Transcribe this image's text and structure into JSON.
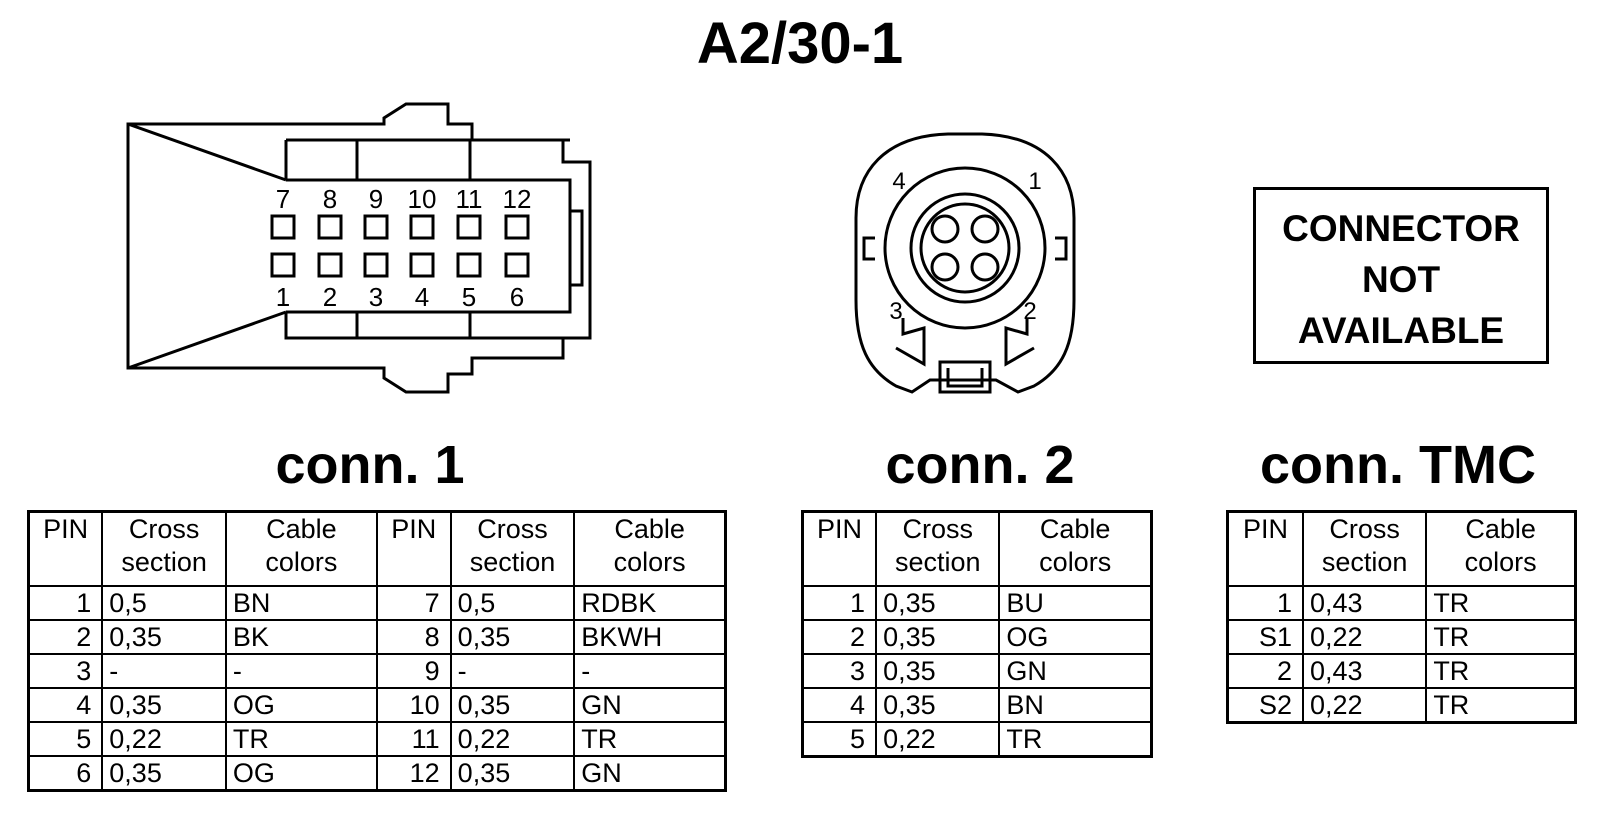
{
  "title": "A2/30-1",
  "connector_not_available": [
    "CONNECTOR",
    "NOT",
    "AVAILABLE"
  ],
  "conn1": {
    "title": "conn. 1",
    "top_pin_labels": [
      "7",
      "8",
      "9",
      "10",
      "11",
      "12"
    ],
    "bottom_pin_labels": [
      "1",
      "2",
      "3",
      "4",
      "5",
      "6"
    ],
    "headers": {
      "pin": "PIN",
      "cross": [
        "Cross",
        "section"
      ],
      "colors": [
        "Cable",
        "colors"
      ]
    },
    "rows": [
      {
        "pin": "1",
        "sec": "0,5",
        "col": "BN",
        "pin2": "7",
        "sec2": "0,5",
        "col2": "RDBK"
      },
      {
        "pin": "2",
        "sec": "0,35",
        "col": "BK",
        "pin2": "8",
        "sec2": "0,35",
        "col2": "BKWH"
      },
      {
        "pin": "3",
        "sec": "-",
        "col": "-",
        "pin2": "9",
        "sec2": "-",
        "col2": "-"
      },
      {
        "pin": "4",
        "sec": "0,35",
        "col": "OG",
        "pin2": "10",
        "sec2": "0,35",
        "col2": "GN"
      },
      {
        "pin": "5",
        "sec": "0,22",
        "col": "TR",
        "pin2": "11",
        "sec2": "0,22",
        "col2": "TR"
      },
      {
        "pin": "6",
        "sec": "0,35",
        "col": "OG",
        "pin2": "12",
        "sec2": "0,35",
        "col2": "GN"
      }
    ]
  },
  "conn2": {
    "title": "conn. 2",
    "pin_labels": [
      "1",
      "2",
      "3",
      "4"
    ],
    "headers": {
      "pin": "PIN",
      "cross": [
        "Cross",
        "section"
      ],
      "colors": [
        "Cable",
        "colors"
      ]
    },
    "rows": [
      {
        "pin": "1",
        "sec": "0,35",
        "col": "BU"
      },
      {
        "pin": "2",
        "sec": "0,35",
        "col": "OG"
      },
      {
        "pin": "3",
        "sec": "0,35",
        "col": "GN"
      },
      {
        "pin": "4",
        "sec": "0,35",
        "col": "BN"
      },
      {
        "pin": "5",
        "sec": "0,22",
        "col": "TR"
      }
    ]
  },
  "connTMC": {
    "title": "conn. TMC",
    "headers": {
      "pin": "PIN",
      "cross": [
        "Cross",
        "section"
      ],
      "colors": [
        "Cable",
        "colors"
      ]
    },
    "rows": [
      {
        "pin": "1",
        "sec": "0,43",
        "col": "TR"
      },
      {
        "pin": "S1",
        "sec": "0,22",
        "col": "TR"
      },
      {
        "pin": "2",
        "sec": "0,43",
        "col": "TR"
      },
      {
        "pin": "S2",
        "sec": "0,22",
        "col": "TR"
      }
    ]
  }
}
